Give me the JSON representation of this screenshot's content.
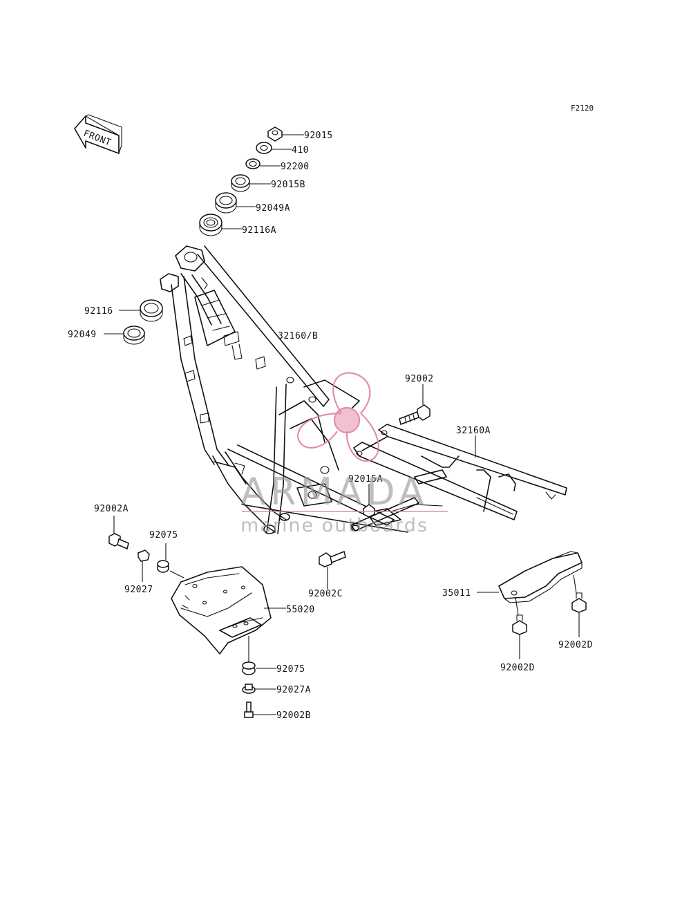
{
  "figure_code": "F2120",
  "front_arrow_label": "FRONT",
  "watermark": {
    "brand": "ARMADA",
    "tagline": "marine outboards",
    "accent_color": "#e07a9c",
    "text_color": "#9a9a9a"
  },
  "parts": {
    "p92015": "92015",
    "p410": "410",
    "p92200": "92200",
    "p92015B": "92015B",
    "p92049A": "92049A",
    "p92116A": "92116A",
    "p92116": "92116",
    "p92049": "92049",
    "p32160B": "32160/B",
    "p92002": "92002",
    "p32160A": "32160A",
    "p92015A": "92015A",
    "p92002A": "92002A",
    "p92075_top": "92075",
    "p92027": "92027",
    "p92002C": "92002C",
    "p55020": "55020",
    "p35011": "35011",
    "p92002D_right": "92002D",
    "p92002D_left": "92002D",
    "p92075_bottom": "92075",
    "p92027A": "92027A",
    "p92002B": "92002B"
  }
}
